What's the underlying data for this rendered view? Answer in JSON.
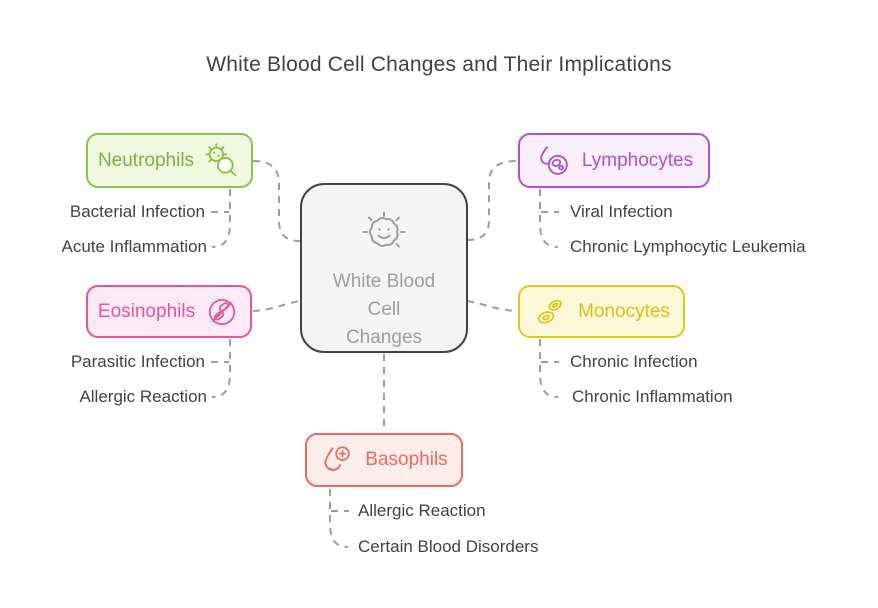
{
  "title": "White Blood Cell Changes and Their Implications",
  "center": {
    "label_line1": "White Blood",
    "label_line2": "Cell",
    "label_line3": "Changes",
    "icon": "germ-smiley-icon",
    "border_color": "#424242",
    "fill_color": "#f4f4f4",
    "text_color": "#9e9e9e"
  },
  "categories": [
    {
      "label": "Neutrophils",
      "icon": "bacteria-magnifier-icon",
      "accent_color": "#8bc34a",
      "fill_color": "#f0f8e0",
      "items": [
        "Bacterial Infection",
        "Acute Inflammation"
      ]
    },
    {
      "label": "Lymphocytes",
      "icon": "droplet-cell-icon",
      "accent_color": "#b14fd8",
      "fill_color": "#faf0fd",
      "items": [
        "Viral Infection",
        "Chronic Lymphocytic Leukemia"
      ]
    },
    {
      "label": "Eosinophils",
      "icon": "crossed-pills-icon",
      "accent_color": "#e8559f",
      "fill_color": "#fdeaf5",
      "items": [
        "Parasitic Infection",
        "Allergic Reaction"
      ]
    },
    {
      "label": "Monocytes",
      "icon": "blood-cells-icon",
      "accent_color": "#e2c71c",
      "fill_color": "#fcf8da",
      "items": [
        "Chronic Infection",
        "Chronic Inflammation"
      ]
    },
    {
      "label": "Basophils",
      "icon": "droplet-plus-icon",
      "accent_color": "#ee6a5f",
      "fill_color": "#fdeeec",
      "items": [
        "Allergic Reaction",
        "Certain Blood Disorders"
      ]
    }
  ],
  "connector_color": "#9e9e9e",
  "item_text_color": "#424242"
}
